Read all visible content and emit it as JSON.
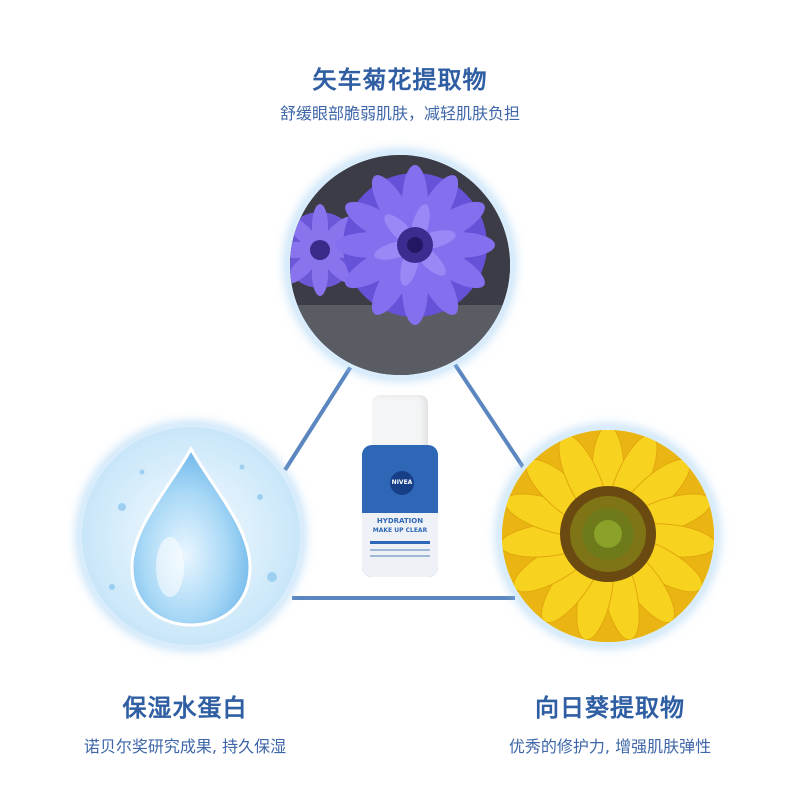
{
  "top": {
    "title": "矢车菊花提取物",
    "subtitle": "舒缓眼部脆弱肌肤，减轻肌肤负担"
  },
  "left": {
    "title": "保湿水蛋白",
    "subtitle": "诺贝尔奖研究成果, 持久保湿"
  },
  "right": {
    "title": "向日葵提取物",
    "subtitle": "优秀的修护力, 增强肌肤弹性"
  },
  "product": {
    "brand": "NIVEA",
    "line1": "HYDRATION",
    "line2": "MAKE UP CLEAR"
  },
  "colors": {
    "accent": "#2f5ea3",
    "line": "#5b86bf",
    "glow": "#d9ecfb"
  }
}
